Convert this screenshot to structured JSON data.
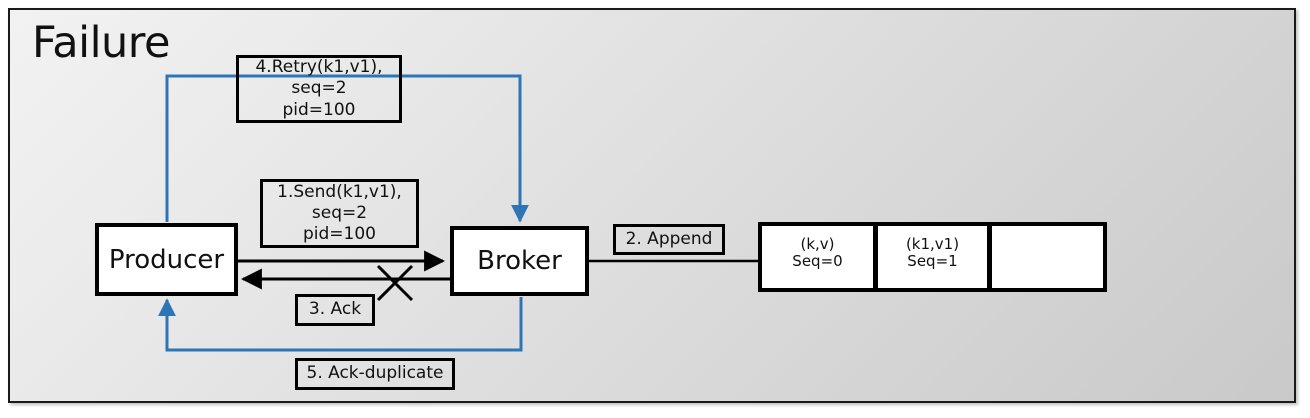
{
  "slide": {
    "title": "Failure",
    "background_top": "#f2f2f2",
    "background_bottom": "#c9c9c9",
    "border_color": "#1a1a1a"
  },
  "colors": {
    "flow_black": "#000000",
    "flow_blue": "#2E75B6",
    "node_fill": "#ffffff"
  },
  "nodes": [
    {
      "id": "producer",
      "label": "Producer"
    },
    {
      "id": "broker",
      "label": "Broker"
    }
  ],
  "log_cells": [
    {
      "kv": "(k,v)",
      "seq": "Seq=0"
    },
    {
      "kv": "(k1,v1)",
      "seq": "Seq=1"
    },
    {
      "kv": "",
      "seq": ""
    }
  ],
  "labels": {
    "send": {
      "line1": "1.Send(k1,v1),",
      "line2": "seq=2",
      "line3": "pid=100"
    },
    "append": {
      "line1": "2. Append"
    },
    "ack": {
      "line1": "3. Ack"
    },
    "retry": {
      "line1": "4.Retry(k1,v1),",
      "line2": "seq=2",
      "line3": "pid=100"
    },
    "ack_duplicate": {
      "line1": "5. Ack-duplicate"
    }
  },
  "connectors": [
    {
      "name": "send-arrow",
      "from": "producer",
      "to": "broker",
      "style": "solid-black",
      "direction": "right"
    },
    {
      "name": "ack-arrow",
      "from": "broker",
      "to": "producer",
      "style": "solid-black",
      "direction": "left",
      "annotation": "x-mark-failure"
    },
    {
      "name": "append-arrow",
      "from": "broker",
      "to": "log",
      "style": "solid-black",
      "direction": "right"
    },
    {
      "name": "retry-arrow",
      "from": "producer",
      "to": "broker",
      "style": "solid-blue",
      "direction": "up-over-down"
    },
    {
      "name": "ack-duplicate-arrow",
      "from": "broker",
      "to": "producer",
      "style": "solid-blue",
      "direction": "down-under-up"
    }
  ]
}
